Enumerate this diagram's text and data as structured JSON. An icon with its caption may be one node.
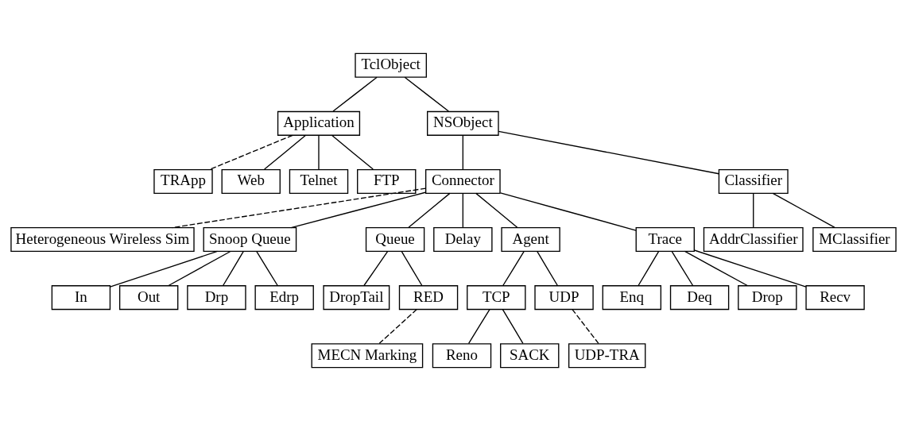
{
  "diagram": {
    "nodes": [
      {
        "text": [
          "TclObject"
        ]
      },
      {
        "text": [
          "Application"
        ]
      },
      {
        "text": [
          "NSObject"
        ]
      },
      {
        "text": [
          "TRApp"
        ]
      },
      {
        "text": [
          "Web"
        ]
      },
      {
        "text": [
          "Telnet"
        ]
      },
      {
        "text": [
          "FTP"
        ]
      },
      {
        "text": [
          "Connector"
        ]
      },
      {
        "text": [
          "Classifier"
        ]
      },
      {
        "text": [
          "Heterogeneous Wireless Sim"
        ]
      },
      {
        "text": [
          "Snoop Queue"
        ]
      },
      {
        "text": [
          "Queue"
        ]
      },
      {
        "text": [
          "Delay"
        ]
      },
      {
        "text": [
          "Agent"
        ]
      },
      {
        "text": [
          "Trace"
        ]
      },
      {
        "text": [
          "AddrClassifier"
        ]
      },
      {
        "text": [
          "MClassifier"
        ]
      },
      {
        "text": [
          "In"
        ]
      },
      {
        "text": [
          "Out"
        ]
      },
      {
        "text": [
          "Drp"
        ]
      },
      {
        "text": [
          "Edrp"
        ]
      },
      {
        "text": [
          "DropTail"
        ]
      },
      {
        "text": [
          "RED"
        ]
      },
      {
        "text": [
          "TCP"
        ]
      },
      {
        "text": [
          "UDP"
        ]
      },
      {
        "text": [
          "Enq"
        ]
      },
      {
        "text": [
          "Deq"
        ]
      },
      {
        "text": [
          "Drop"
        ]
      },
      {
        "text": [
          "Recv"
        ]
      },
      {
        "text": [
          "MECN Marking"
        ]
      },
      {
        "text": [
          "Reno"
        ]
      },
      {
        "text": [
          "SACK"
        ]
      },
      {
        "text": [
          "UDP-TRA"
        ]
      }
    ],
    "edges": [
      {
        "from": 0,
        "to": 1,
        "arrow": "none"
      },
      {
        "from": 0,
        "to": 2,
        "arrow": "none"
      },
      {
        "from": 1,
        "to": 3,
        "arrow": "none",
        "style": "dashed"
      },
      {
        "from": 1,
        "to": 4,
        "arrow": "none"
      },
      {
        "from": 1,
        "to": 5,
        "arrow": "none"
      },
      {
        "from": 1,
        "to": 6,
        "arrow": "none"
      },
      {
        "from": 2,
        "to": 7,
        "arrow": "none"
      },
      {
        "from": 2,
        "to": 8,
        "arrow": "none"
      },
      {
        "from": 7,
        "to": 9,
        "arrow": "none",
        "style": "dashed"
      },
      {
        "from": 7,
        "to": 10,
        "arrow": "none"
      },
      {
        "from": 7,
        "to": 11,
        "arrow": "none"
      },
      {
        "from": 7,
        "to": 12,
        "arrow": "none"
      },
      {
        "from": 7,
        "to": 13,
        "arrow": "none"
      },
      {
        "from": 7,
        "to": 14,
        "arrow": "none"
      },
      {
        "from": 8,
        "to": 15,
        "arrow": "none"
      },
      {
        "from": 8,
        "to": 16,
        "arrow": "none"
      },
      {
        "from": 10,
        "to": 17,
        "arrow": "none"
      },
      {
        "from": 10,
        "to": 18,
        "arrow": "none"
      },
      {
        "from": 10,
        "to": 19,
        "arrow": "none"
      },
      {
        "from": 10,
        "to": 20,
        "arrow": "none"
      },
      {
        "from": 11,
        "to": 21,
        "arrow": "none"
      },
      {
        "from": 11,
        "to": 22,
        "arrow": "none"
      },
      {
        "from": 13,
        "to": 23,
        "arrow": "none"
      },
      {
        "from": 13,
        "to": 24,
        "arrow": "none"
      },
      {
        "from": 14,
        "to": 25,
        "arrow": "none"
      },
      {
        "from": 14,
        "to": 26,
        "arrow": "none"
      },
      {
        "from": 14,
        "to": 27,
        "arrow": "none"
      },
      {
        "from": 14,
        "to": 28,
        "arrow": "none"
      },
      {
        "from": 22,
        "to": 29,
        "arrow": "none",
        "style": "dashed"
      },
      {
        "from": 23,
        "to": 30,
        "arrow": "none"
      },
      {
        "from": 23,
        "to": 31,
        "arrow": "none"
      },
      {
        "from": 24,
        "to": 32,
        "arrow": "none",
        "style": "dashed"
      }
    ]
  }
}
